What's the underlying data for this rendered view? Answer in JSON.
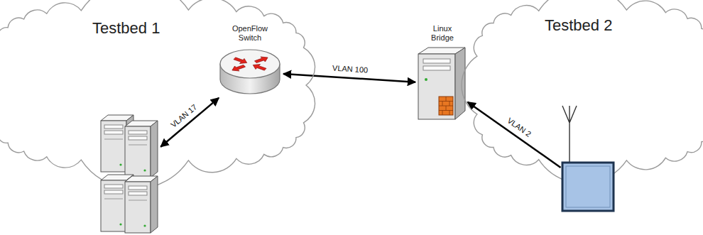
{
  "diagram": {
    "nodes": [
      {
        "text": [
          "Testbed 1"
        ]
      },
      {
        "text": [
          "OpenFlow Switch"
        ],
        "in": 0
      },
      {
        "text": [],
        "in": 0
      },
      {
        "text": [
          "Linux Bridge"
        ]
      },
      {
        "text": [
          "Testbed 2"
        ]
      },
      {
        "text": [],
        "in": 4
      }
    ],
    "edges": [
      {
        "from": 1,
        "to": 2,
        "label": "VLAN 17",
        "arrow": "both"
      },
      {
        "from": 1,
        "to": 3,
        "label": "VLAN 100",
        "arrow": "both"
      },
      {
        "from": 5,
        "to": 3,
        "label": "VLAN 2",
        "arrow": "to"
      }
    ]
  }
}
